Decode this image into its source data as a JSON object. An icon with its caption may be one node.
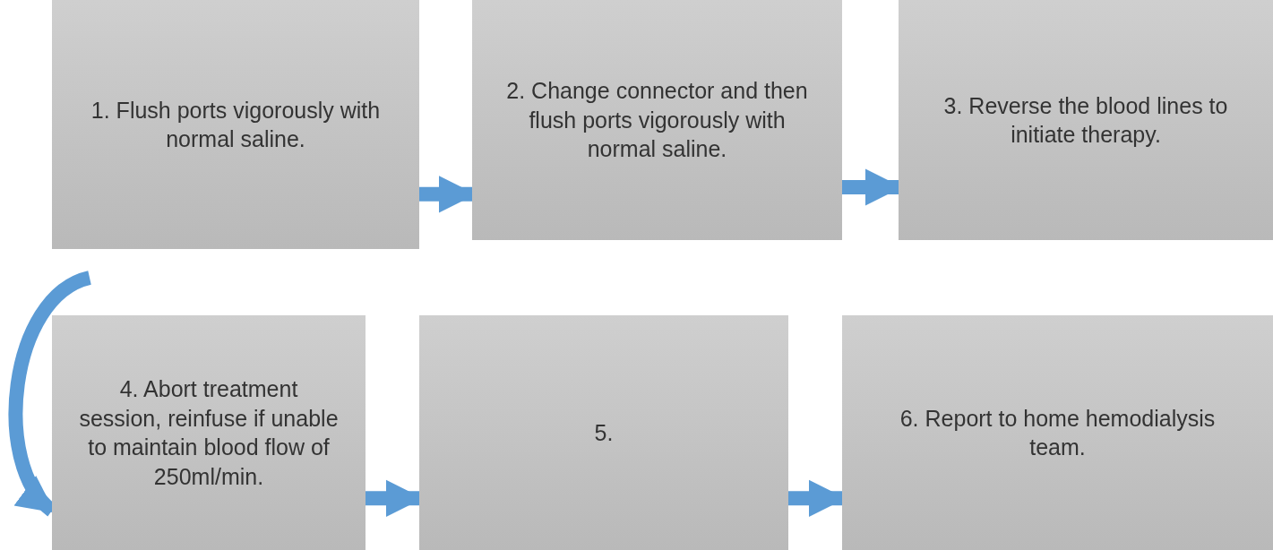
{
  "diagram": {
    "nodes": [
      {
        "text": [
          "1. Flush ports vigorously with normal saline."
        ]
      },
      {
        "text": [
          "2. Change connector and then flush ports vigorously with normal saline."
        ]
      },
      {
        "text": [
          "3. Reverse the blood lines to initiate therapy."
        ]
      },
      {
        "text": [
          "4. Abort treatment session, reinfuse if unable to maintain blood flow of 250ml/min."
        ]
      },
      {
        "text": [
          "5."
        ]
      },
      {
        "text": [
          "6. Report to home hemodialysis team."
        ]
      }
    ],
    "edges": [
      {
        "from": 0,
        "to": 1,
        "arrow": "to"
      },
      {
        "from": 1,
        "to": 2,
        "arrow": "to"
      },
      {
        "from": null,
        "to": 3,
        "arrow": "to"
      },
      {
        "from": 3,
        "to": 4,
        "arrow": "to"
      },
      {
        "from": 4,
        "to": 5,
        "arrow": "to"
      }
    ]
  }
}
